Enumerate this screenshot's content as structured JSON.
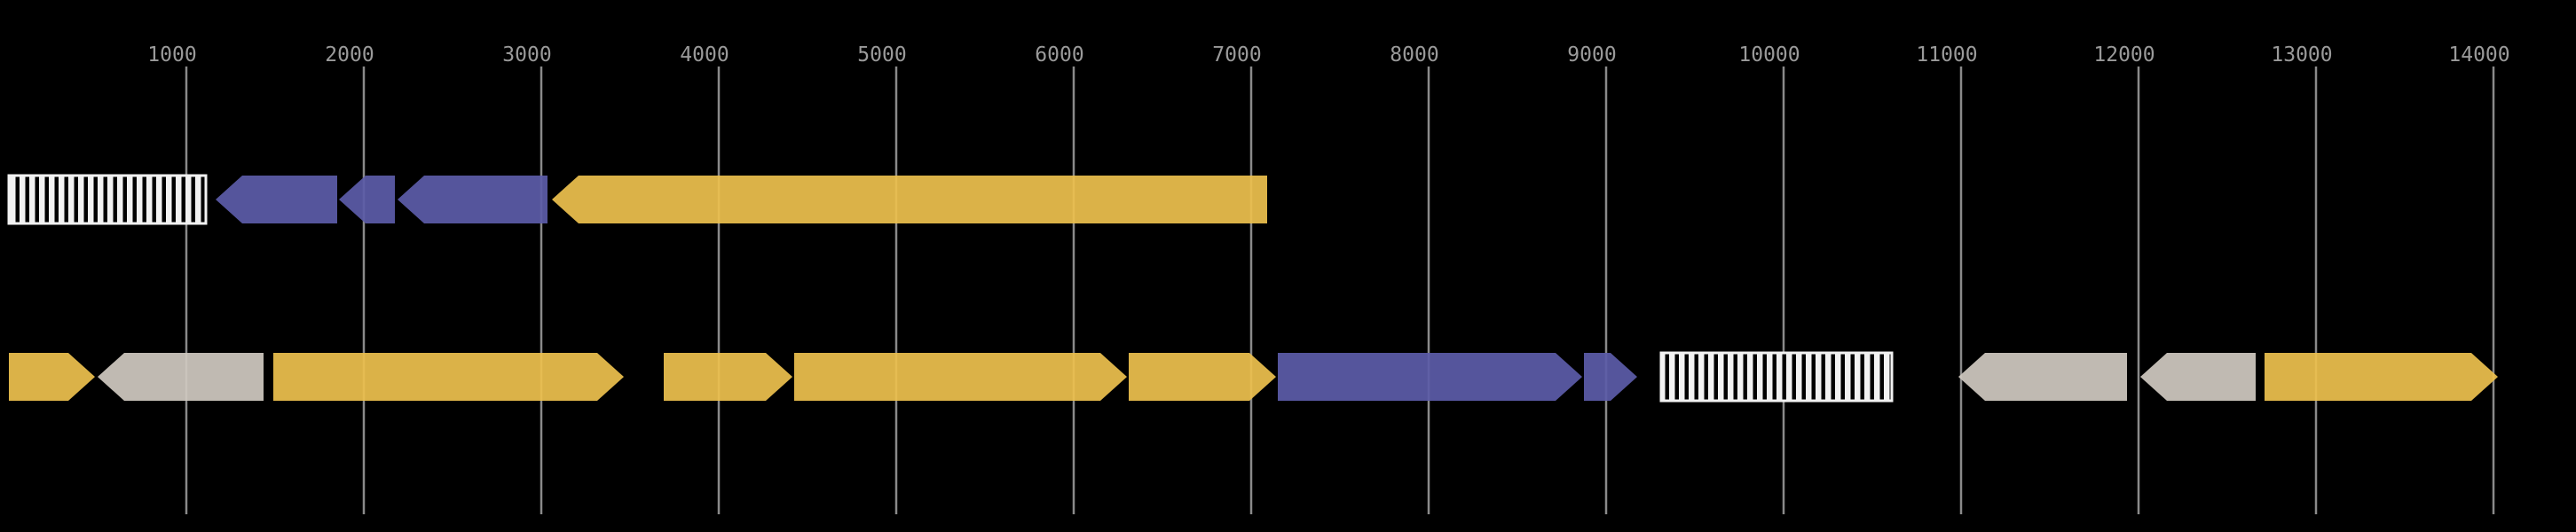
{
  "figure": {
    "description": "Gene cluster comparison map, two tracks of gene arrows on a black background with a shared basepair axis",
    "colors": {
      "background": "#000000",
      "gridline": "#8a8a8a",
      "tick_label": "#9a9a9a",
      "gold": "#ECC04E",
      "purple": "#5B5BA8",
      "taupe": "#CFC8C0",
      "hatch_stripe": "#f2f2f2"
    }
  },
  "chart_data": {
    "type": "gene-arrow-map",
    "title": "",
    "xlabel": "",
    "ylabel": "",
    "xlim": [
      0,
      14450
    ],
    "x_ticks": [
      1000,
      2000,
      3000,
      4000,
      5000,
      6000,
      7000,
      8000,
      9000,
      10000,
      11000,
      12000,
      13000,
      14000
    ],
    "grid": true,
    "legend": false,
    "tracks": [
      {
        "name": "track-1",
        "features": [
          {
            "start": 0,
            "end": 1110,
            "strand": 0,
            "style": "hatched"
          },
          {
            "start": 1165,
            "end": 1850,
            "strand": -1,
            "style": "purple"
          },
          {
            "start": 1860,
            "end": 2175,
            "strand": -1,
            "style": "purple"
          },
          {
            "start": 2190,
            "end": 3035,
            "strand": -1,
            "style": "purple"
          },
          {
            "start": 3060,
            "end": 7090,
            "strand": -1,
            "style": "gold"
          }
        ]
      },
      {
        "name": "track-2",
        "features": [
          {
            "start": 0,
            "end": 485,
            "strand": 1,
            "style": "gold"
          },
          {
            "start": 500,
            "end": 1435,
            "strand": -1,
            "style": "taupe"
          },
          {
            "start": 1490,
            "end": 3465,
            "strand": 1,
            "style": "gold"
          },
          {
            "start": 3690,
            "end": 4415,
            "strand": 1,
            "style": "gold"
          },
          {
            "start": 4425,
            "end": 6300,
            "strand": 1,
            "style": "gold"
          },
          {
            "start": 6310,
            "end": 7140,
            "strand": 1,
            "style": "gold"
          },
          {
            "start": 7150,
            "end": 8865,
            "strand": 1,
            "style": "purple"
          },
          {
            "start": 8875,
            "end": 9175,
            "strand": 1,
            "style": "purple"
          },
          {
            "start": 9310,
            "end": 10610,
            "strand": 0,
            "style": "hatched"
          },
          {
            "start": 10985,
            "end": 11935,
            "strand": -1,
            "style": "taupe"
          },
          {
            "start": 12010,
            "end": 12660,
            "strand": -1,
            "style": "taupe"
          },
          {
            "start": 12710,
            "end": 14025,
            "strand": 1,
            "style": "gold"
          }
        ]
      }
    ]
  }
}
